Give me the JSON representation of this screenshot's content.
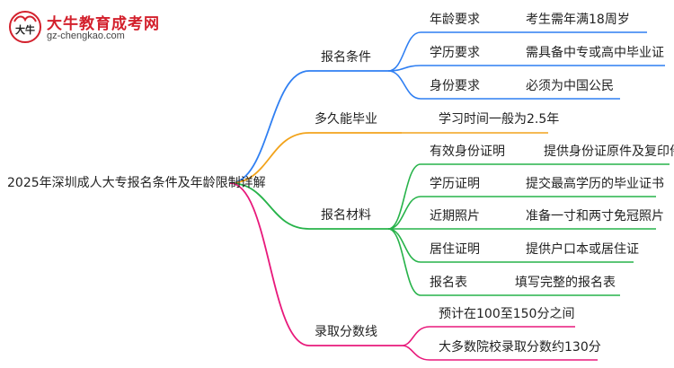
{
  "logo": {
    "name": "大牛教育成考网",
    "url": "gz-chengkao.com",
    "mark": "大牛"
  },
  "colors": {
    "branch1": "#2f7ff2",
    "branch2": "#f2a31b",
    "branch3": "#27b34a",
    "branch4": "#e8197b"
  },
  "root": "2025年深圳成人大专报名条件及年龄限制详解",
  "branches": [
    {
      "label": "报名条件",
      "children": [
        {
          "label": "年龄要求",
          "value": "考生需年满18周岁"
        },
        {
          "label": "学历要求",
          "value": "需具备中专或高中毕业证"
        },
        {
          "label": "身份要求",
          "value": "必须为中国公民"
        }
      ]
    },
    {
      "label": "多久能毕业",
      "value": "学习时间一般为2.5年"
    },
    {
      "label": "报名材料",
      "children": [
        {
          "label": "有效身份证明",
          "value": "提供身份证原件及复印件"
        },
        {
          "label": "学历证明",
          "value": "提交最高学历的毕业证书"
        },
        {
          "label": "近期照片",
          "value": "准备一寸和两寸免冠照片"
        },
        {
          "label": "居住证明",
          "value": "提供户口本或居住证"
        },
        {
          "label": "报名表",
          "value": "填写完整的报名表"
        }
      ]
    },
    {
      "label": "录取分数线",
      "leaves": [
        "预计在100至150分之间",
        "大多数院校录取分数约130分"
      ]
    }
  ]
}
